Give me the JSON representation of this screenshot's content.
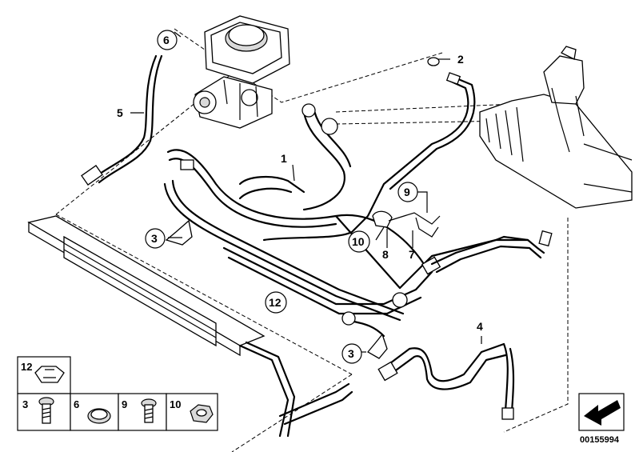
{
  "callouts": {
    "c1": "1",
    "c2": "2",
    "c3a": "3",
    "c3b": "3",
    "c4": "4",
    "c5": "5",
    "c6": "6",
    "c7": "7",
    "c8": "8",
    "c9": "9",
    "c10": "10",
    "c12": "12"
  },
  "legend": {
    "cell_12": "12",
    "cell_3": "3",
    "cell_6": "6",
    "cell_9": "9",
    "cell_10": "10"
  },
  "document_number": "00155994",
  "icons": [
    "fluid-reservoir-icon",
    "pump-icon",
    "steering-rack-icon",
    "cooler-icon",
    "bolt-icon",
    "nut-icon",
    "clamp-icon",
    "arrow-icon"
  ]
}
